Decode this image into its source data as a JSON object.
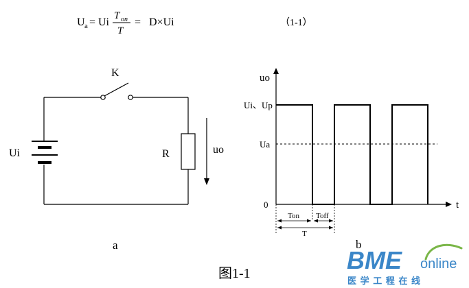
{
  "formula": {
    "lhs_main": "U",
    "lhs_sub": "a",
    "equals1": "=",
    "ui": "Ui",
    "frac_num_main": "T",
    "frac_num_sub": "on",
    "frac_den": "T",
    "equals2": "=",
    "rhs": "D×Ui",
    "eq_number": "（1-1）"
  },
  "circuit": {
    "switch_label": "K",
    "source_label": "Ui",
    "resistor_label": "R",
    "output_label": "uo",
    "caption": "a"
  },
  "waveform": {
    "y_axis_label": "uo",
    "level_high_label": "Ui、Up",
    "level_avg_label": "Ua",
    "origin_label": "0",
    "x_axis_label": "t",
    "ton_label": "Ton",
    "toff_label": "Toff",
    "period_label": "T",
    "caption": "b"
  },
  "figure_caption": "图1-1",
  "watermark": {
    "brand": "BME",
    "suffix": "online",
    "tagline": "医 学 工 程 在 线",
    "colors": {
      "brand_blue": "#3a86c8",
      "leaf_green": "#7ab648"
    }
  }
}
